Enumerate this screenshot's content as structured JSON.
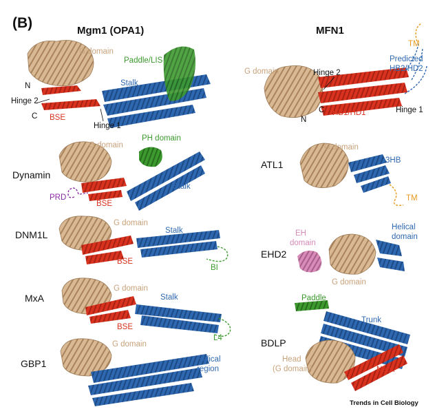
{
  "panel_label": "(B)",
  "columns": {
    "left": "Mgm1 (OPA1)",
    "right": "MFN1"
  },
  "rows": {
    "mgm1": {
      "g_domain": "G domain",
      "paddle": "Paddle/LIS",
      "stalk": "Stalk",
      "n": "N",
      "c": "C",
      "hinge2": "Hinge 2",
      "hinge1": "Hinge 1",
      "bse": "BSE"
    },
    "dynamin": {
      "name": "Dynamin",
      "g_domain": "G domain",
      "ph": "PH domain",
      "stalk": "Stalk",
      "prd": "PRD",
      "bse": "BSE"
    },
    "dnm1l": {
      "name": "DNM1L",
      "g_domain": "G domain",
      "stalk": "Stalk",
      "bse": "BSE",
      "bi": "BI"
    },
    "mxa": {
      "name": "MxA",
      "g_domain": "G domain",
      "stalk": "Stalk",
      "bse": "BSE",
      "l4": "L4"
    },
    "gbp1": {
      "name": "GBP1",
      "g_domain": "G domain",
      "helical_1": "Helical",
      "helical_2": "region"
    },
    "mfn1": {
      "g_domain": "G domain",
      "hinge2": "Hinge 2",
      "tm": "TM",
      "pred_1": "Predicted",
      "pred_2": "HB2/HD2",
      "c": "C",
      "n": "N",
      "hb1": "HB1/HD1",
      "hinge1": "Hinge 1"
    },
    "atl1": {
      "name": "ATL1",
      "g_domain": "G domain",
      "hb3": "3HB",
      "tm": "TM"
    },
    "ehd2": {
      "name": "EHD2",
      "eh_1": "EH",
      "eh_2": "domain",
      "helical_1": "Helical",
      "helical_2": "domain",
      "g_domain": "G domain"
    },
    "bdlp": {
      "name": "BDLP",
      "paddle": "Paddle",
      "trunk": "Trunk",
      "head_1": "Head",
      "head_2": "(G domain)",
      "neck": "Neck"
    }
  },
  "credit": "Trends in Cell Biology",
  "colors": {
    "g_domain": "#c8a27a",
    "stalk": "#2e68b0",
    "bse": "#d9321f",
    "paddle": "#3c9a2e",
    "tm": "#e89a1c",
    "prd": "#8b2aa5",
    "eh": "#d88ab8"
  }
}
